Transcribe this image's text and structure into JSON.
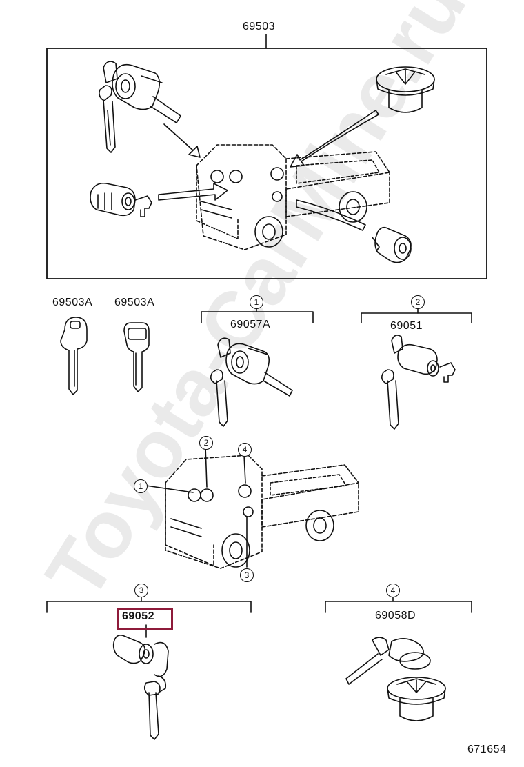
{
  "watermark": "Toyota-CarMine.ru",
  "diagram_id": "671654",
  "assembly": {
    "part_no": "69503"
  },
  "keys": [
    {
      "part_no": "69503A"
    },
    {
      "part_no": "69503A"
    }
  ],
  "groups": [
    {
      "ref": "1",
      "part_no": "69057A"
    },
    {
      "ref": "2",
      "part_no": "69051"
    },
    {
      "ref": "3",
      "part_no": "69052",
      "highlighted": true
    },
    {
      "ref": "4",
      "part_no": "69058D"
    }
  ],
  "truck_callouts": [
    "1",
    "2",
    "3",
    "4"
  ],
  "colors": {
    "highlight": "#8e1b3a",
    "line": "#111111",
    "watermark": "#d2d2d2"
  }
}
